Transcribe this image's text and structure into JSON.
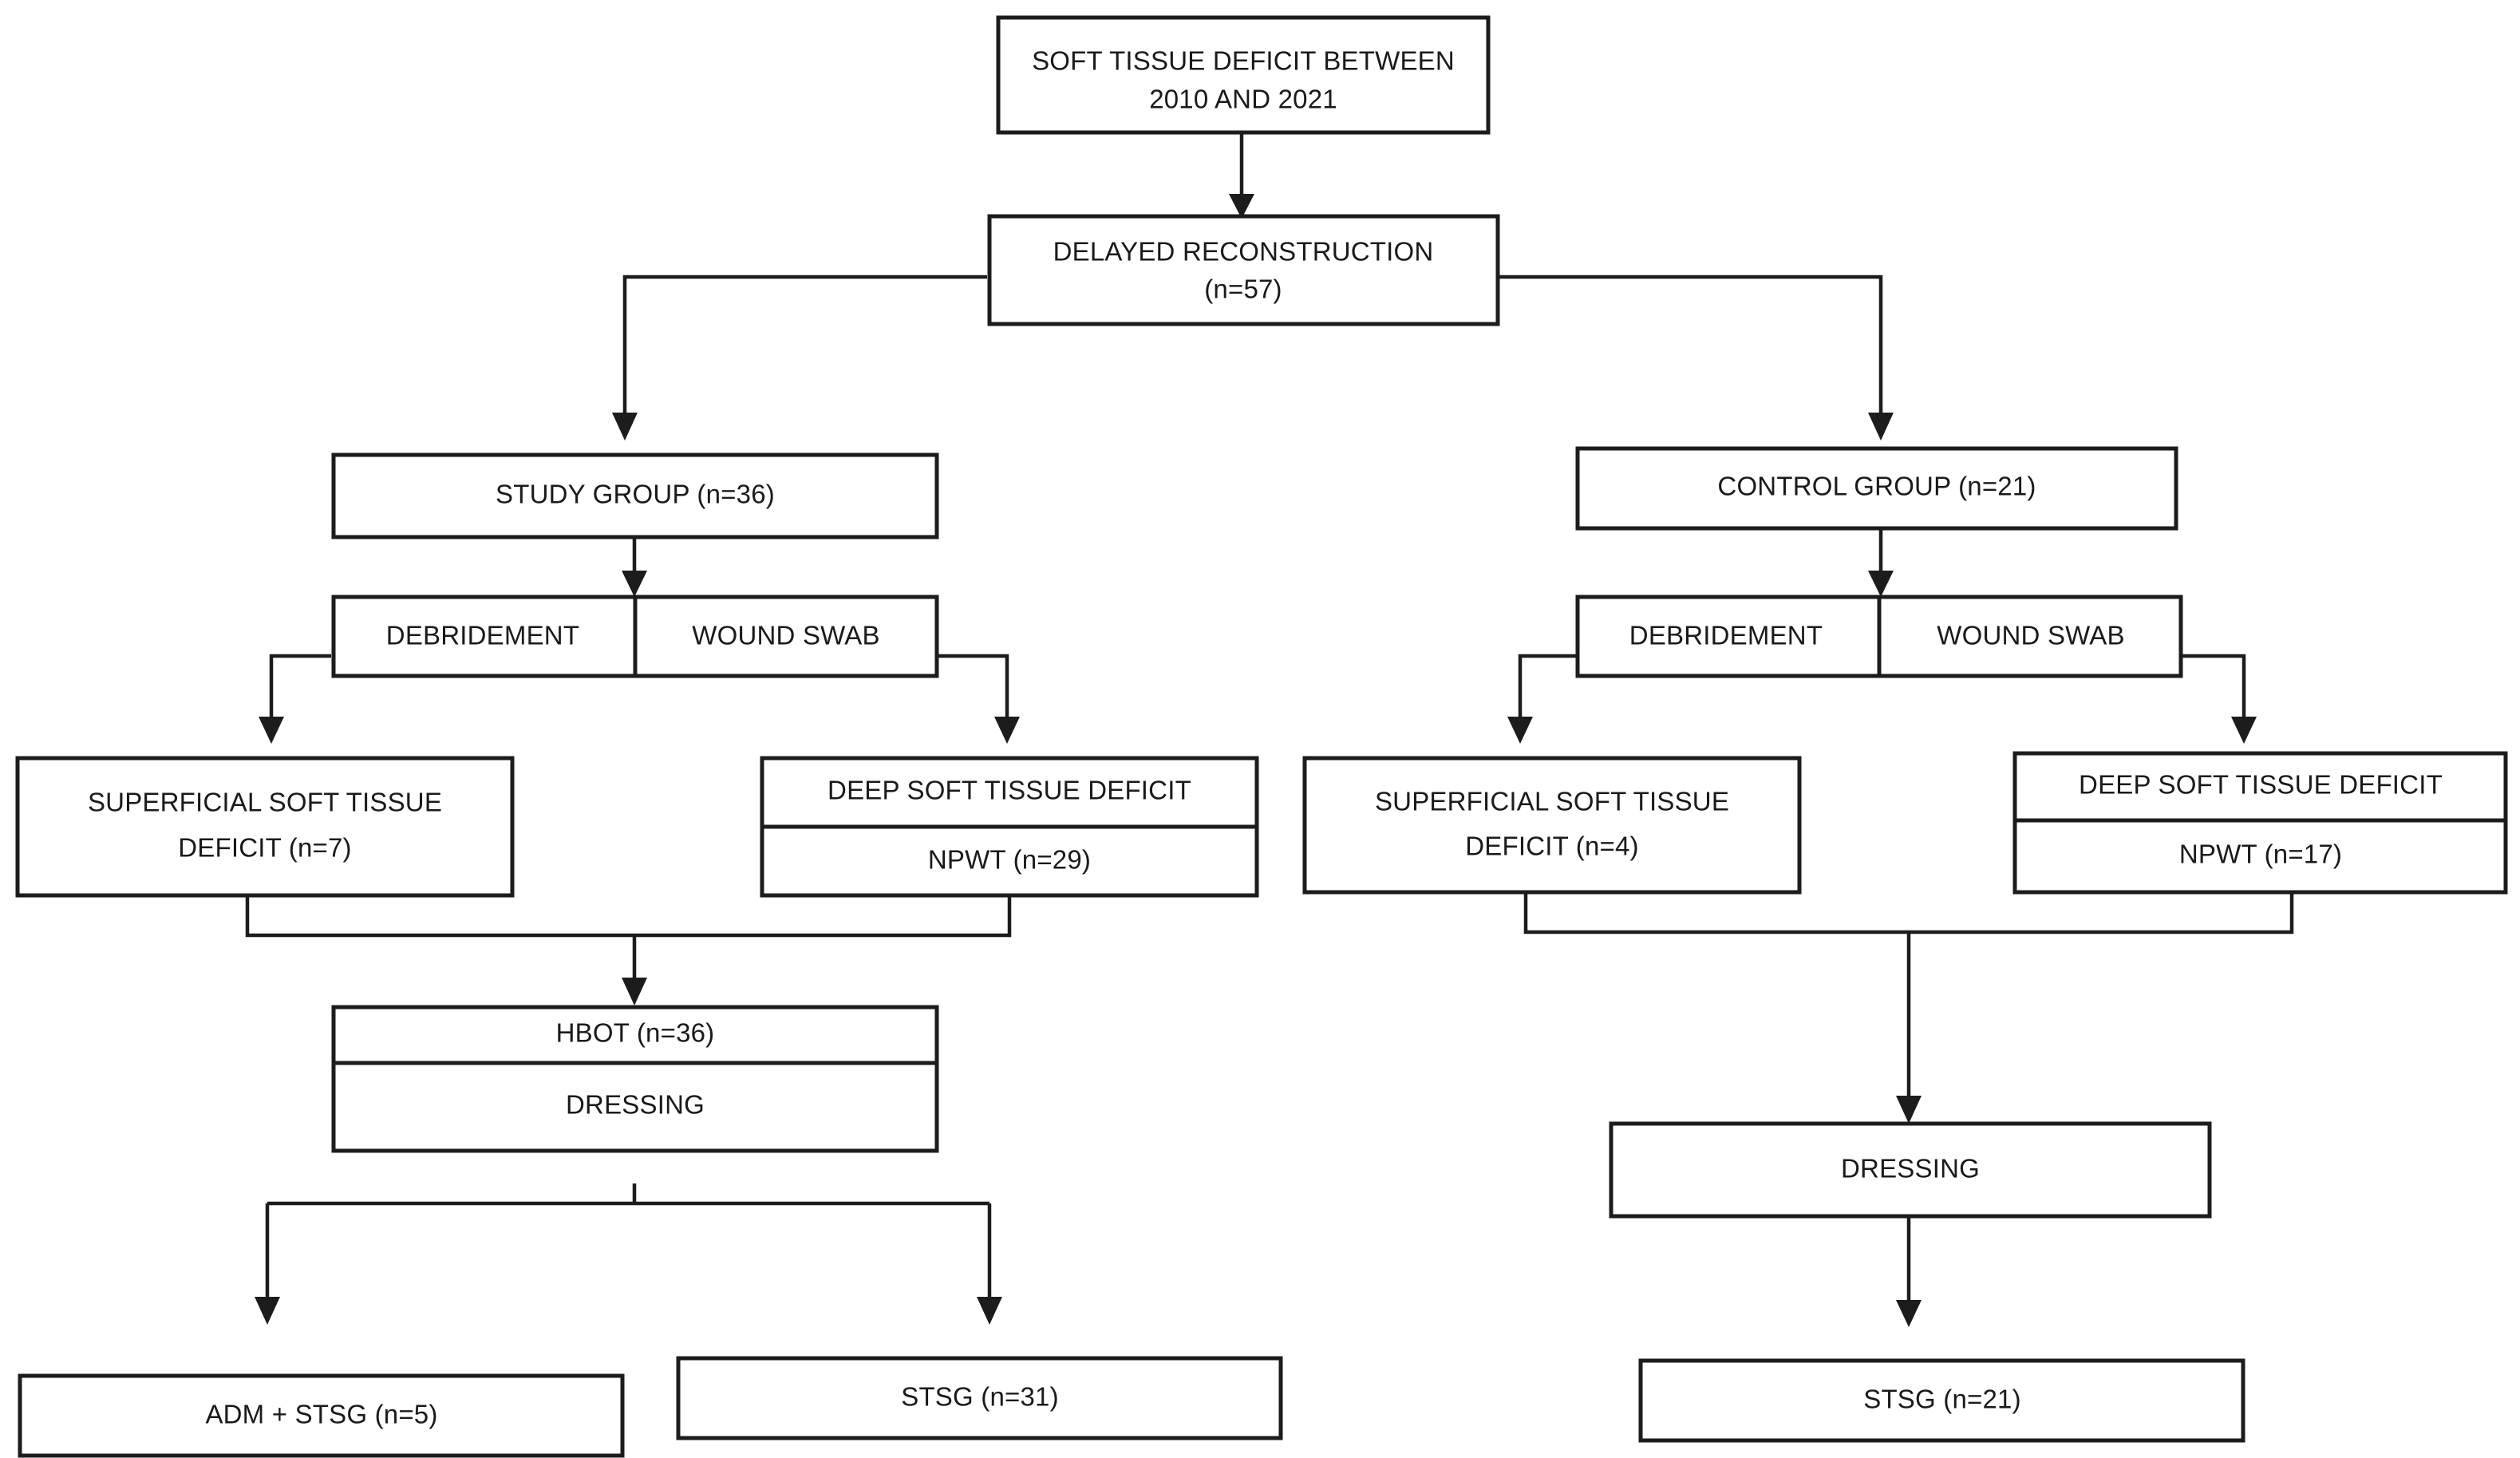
{
  "diagram": {
    "title": "Patient allocation flowchart for soft tissue deficit reconstruction",
    "colors": {
      "box_stroke": "#1c1c1c",
      "box_fill": "#ffffff",
      "connector": "#1c1c1c",
      "text": "#1a1a1a",
      "background": "#ffffff"
    },
    "nodes": {
      "root": {
        "line1": "SOFT TISSUE DEFICIT BETWEEN",
        "line2": "2010 AND 2021"
      },
      "delayed_reconstruction": {
        "line1": "DELAYED RECONSTRUCTION",
        "line2": "(n=57)"
      },
      "study_group": {
        "label": "STUDY GROUP (n=36)"
      },
      "control_group": {
        "label": "CONTROL GROUP (n=21)"
      },
      "study_debridement": {
        "left": "DEBRIDEMENT",
        "right": "WOUND SWAB"
      },
      "control_debridement": {
        "left": "DEBRIDEMENT",
        "right": "WOUND SWAB"
      },
      "study_superficial": {
        "line1": "SUPERFICIAL SOFT TISSUE",
        "line2": "DEFICIT (n=7)"
      },
      "study_deep": {
        "line1": "DEEP SOFT TISSUE DEFICIT",
        "line2": "NPWT (n=29)"
      },
      "control_superficial": {
        "line1": "SUPERFICIAL SOFT TISSUE",
        "line2": "DEFICIT (n=4)"
      },
      "control_deep": {
        "line1": "DEEP SOFT TISSUE DEFICIT",
        "line2": "NPWT (n=17)"
      },
      "study_hbot": {
        "line1": "HBOT (n=36)",
        "line2": "DRESSING"
      },
      "control_dressing": {
        "label": "DRESSING"
      },
      "study_adm_stsg": {
        "label": "ADM + STSG (n=5)"
      },
      "study_stsg": {
        "label": "STSG (n=31)"
      },
      "control_stsg": {
        "label": "STSG (n=21)"
      }
    }
  }
}
